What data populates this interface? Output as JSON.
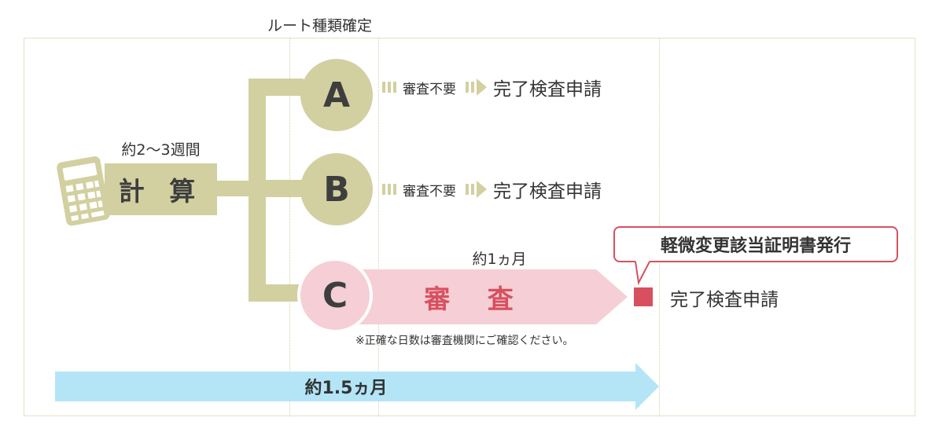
{
  "header": {
    "route_fixed_label": "ルート種類確定"
  },
  "calc": {
    "duration": "約2〜3週間",
    "label": "計 算"
  },
  "routes": [
    {
      "letter": "A",
      "step1": "審査不要",
      "step2": "完了検査申請"
    },
    {
      "letter": "B",
      "step1": "審査不要",
      "step2": "完了検査申請"
    },
    {
      "letter": "C",
      "duration": "約1ヵ月",
      "review_label": "審 査",
      "step2": "完了検査申請"
    }
  ],
  "callout": {
    "text": "軽微変更該当証明書発行"
  },
  "note": "※正確な日数は審査機関にご確認ください。",
  "total": {
    "label": "約1.5ヵ月"
  },
  "colors": {
    "olive": "#d2d0a0",
    "pink_light": "#f5cfd5",
    "accent_red": "#d8505f",
    "sky_blue": "#b3e5f6",
    "frame": "#e1e1c8"
  }
}
